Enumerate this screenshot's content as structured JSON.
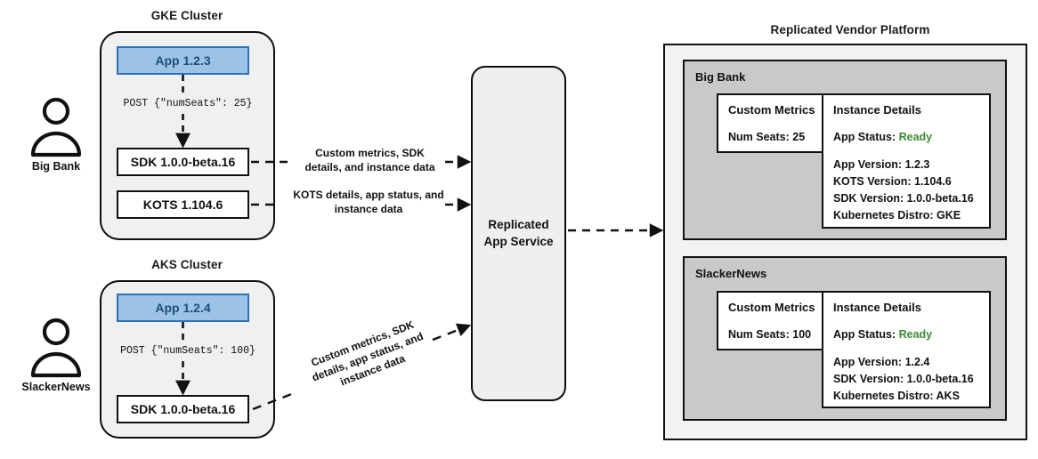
{
  "diagram": {
    "title_gke": "GKE Cluster",
    "title_aks": "AKS Cluster",
    "title_platform": "Replicated Vendor Platform"
  },
  "actors": [
    {
      "name": "Big Bank",
      "icon": "person-icon"
    },
    {
      "name": "SlackerNews",
      "icon": "person-icon"
    }
  ],
  "gke_cluster": {
    "app": "App 1.2.3",
    "post": "POST {\"numSeats\": 25}",
    "sdk": "SDK 1.0.0-beta.16",
    "kots": "KOTS 1.104.6"
  },
  "aks_cluster": {
    "app": "App 1.2.4",
    "post": "POST {\"numSeats\": 100}",
    "sdk": "SDK 1.0.0-beta.16"
  },
  "service": {
    "line1": "Replicated",
    "line2": "App Service"
  },
  "edges": [
    {
      "id": "sdk-to-service",
      "text": "Custom metrics, SDK details, and instance data"
    },
    {
      "id": "kots-to-service",
      "text": "KOTS details, app status, and instance data"
    },
    {
      "id": "aks-sdk-to-service",
      "text": "Custom metrics, SDK details, app status, and instance data"
    }
  ],
  "platform": {
    "customers": [
      {
        "name": "Big Bank",
        "metrics": {
          "heading": "Custom Metrics",
          "seats_label": "Num Seats: 25"
        },
        "details": {
          "heading": "Instance Details",
          "status_label": "App Status:",
          "status_value": "Ready",
          "rows": [
            "App Version: 1.2.3",
            "KOTS Version: 1.104.6",
            "SDK Version: 1.0.0-beta.16",
            "Kubernetes Distro: GKE"
          ]
        }
      },
      {
        "name": "SlackerNews",
        "metrics": {
          "heading": "Custom Metrics",
          "seats_label": "Num Seats: 100"
        },
        "details": {
          "heading": "Instance Details",
          "status_label": "App Status:",
          "status_value": "Ready",
          "rows": [
            "App Version: 1.2.4",
            "SDK Version: 1.0.0-beta.16",
            "Kubernetes Distro: AKS"
          ]
        }
      }
    ]
  },
  "colors": {
    "app_fill": "#9CC3E5",
    "app_border": "#2B70B8",
    "app_text": "#1F4E79",
    "cluster_fill": "#F0F0F0",
    "platform_fill": "#F2F2F2",
    "customer_fill": "#C9C9C9",
    "ready_green": "#3B8C35",
    "stroke": "#111111"
  }
}
